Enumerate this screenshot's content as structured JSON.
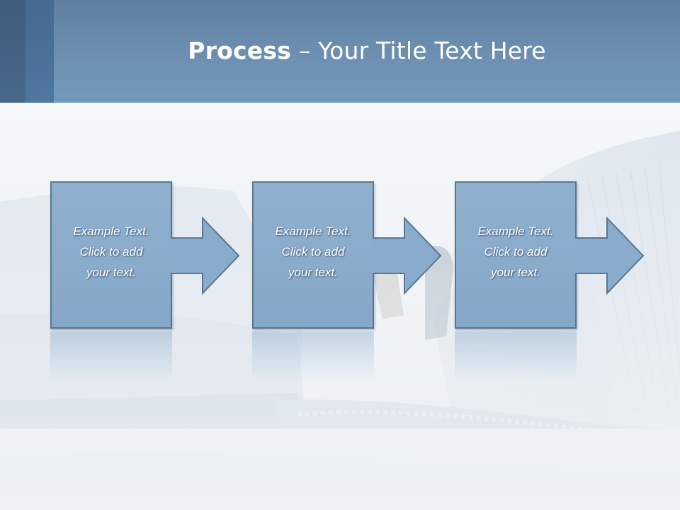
{
  "header": {
    "title_bold": "Process",
    "title_dash": "–",
    "title_rest": "Your Title Text Here"
  },
  "colors": {
    "header": "#6d90b2",
    "box_fill": "#8fb0cf",
    "box_border": "#5a7691",
    "text": "#ffffff"
  },
  "steps": [
    {
      "line1": "Example Text.",
      "line2": "Click  to add",
      "line3": "your text."
    },
    {
      "line1": "Example Text.",
      "line2": "Click  to add",
      "line3": "your text."
    },
    {
      "line1": "Example Text.",
      "line2": "Click  to add",
      "line3": "your text."
    }
  ]
}
